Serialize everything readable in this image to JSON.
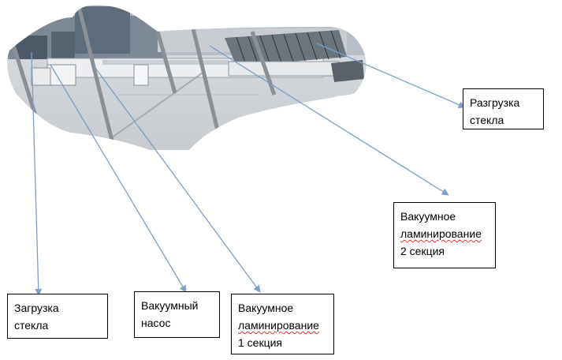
{
  "photo": {
    "icon": "factory-photo-icon"
  },
  "labels": {
    "unload": [
      "Разгрузка",
      "стекла"
    ],
    "vac2": [
      "Вакуумное",
      "ламинирование",
      "2 секция"
    ],
    "load": [
      "Загрузка",
      "стекла"
    ],
    "pump": [
      "Вакуумный",
      "насос"
    ],
    "vac1": [
      "Вакуумное",
      "ламинирование",
      "1 секция"
    ]
  },
  "colors": {
    "arrow": "#7c9fc8",
    "spellcheck": "#d23a3a"
  }
}
